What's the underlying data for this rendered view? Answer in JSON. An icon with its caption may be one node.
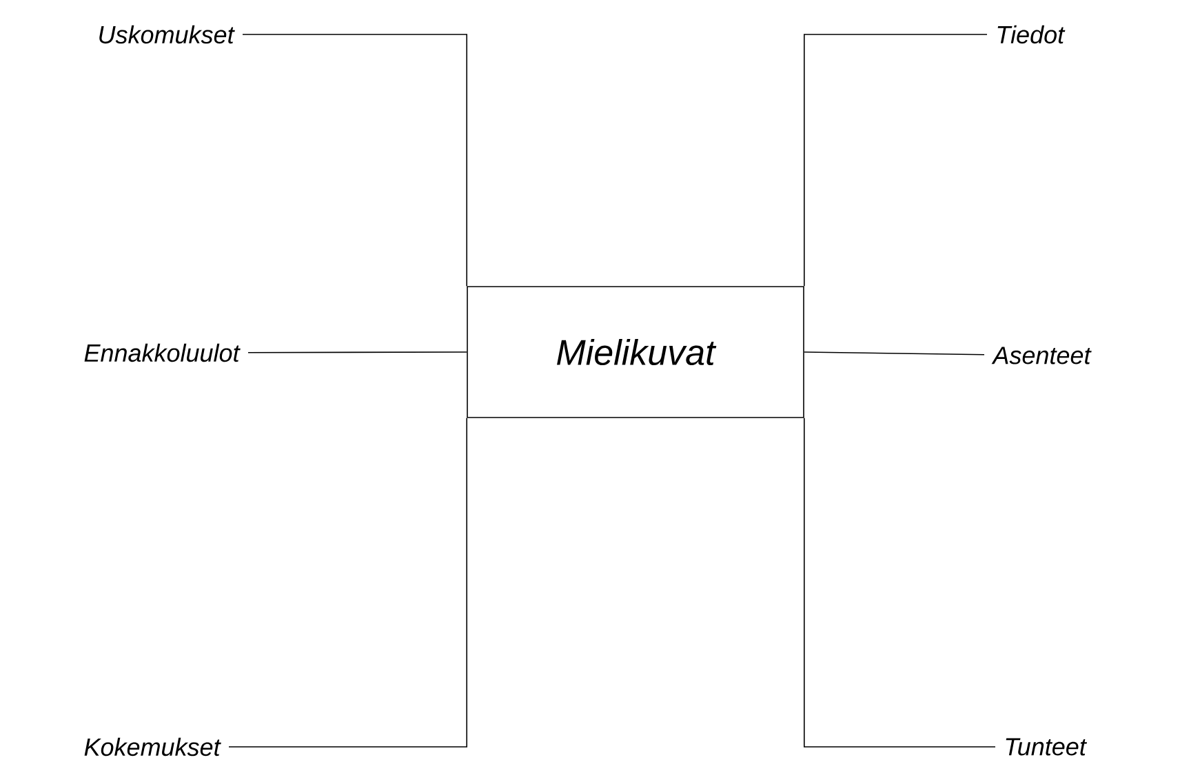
{
  "diagram": {
    "nodes": [
      {
        "text": [
          "Mielikuvat"
        ]
      },
      {
        "text": [
          "Uskomukset"
        ]
      },
      {
        "text": [
          "Tiedot"
        ]
      },
      {
        "text": [
          "Ennakkoluulot"
        ]
      },
      {
        "text": [
          "Asenteet"
        ]
      },
      {
        "text": [
          "Kokemukset"
        ]
      },
      {
        "text": [
          "Tunteet"
        ]
      }
    ],
    "edges": [
      {
        "from": 1,
        "to": 0,
        "arrow": "none"
      },
      {
        "from": 2,
        "to": 0,
        "arrow": "none"
      },
      {
        "from": 3,
        "to": 0,
        "arrow": "none"
      },
      {
        "from": 4,
        "to": 0,
        "arrow": "none"
      },
      {
        "from": 5,
        "to": 0,
        "arrow": "none"
      },
      {
        "from": 6,
        "to": 0,
        "arrow": "none"
      }
    ]
  }
}
